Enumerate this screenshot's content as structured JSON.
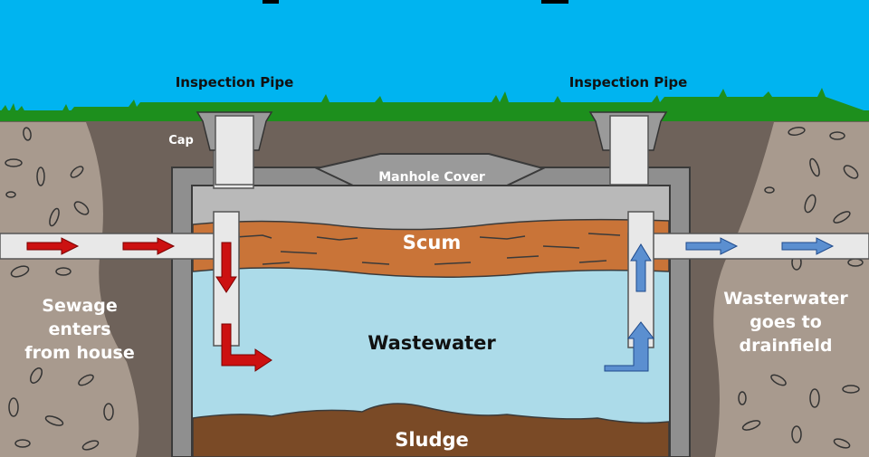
{
  "labels": {
    "inspection_pipe_left": "Inspection Pipe",
    "inspection_pipe_right": "Inspection Pipe",
    "cap": "Cap",
    "manhole_cover": "Manhole Cover",
    "scum": "Scum",
    "wastewater": "Wastewater",
    "sludge": "Sludge",
    "inlet_line1": "Sewage",
    "inlet_line2": "enters",
    "inlet_line3": "from house",
    "outlet_line1": "Wasterwater",
    "outlet_line2": "goes to",
    "outlet_line3": "drainfield"
  },
  "colors": {
    "sky": "#00b4f0",
    "grass": "#1d8f1d",
    "soil": "#6e625a",
    "rock": "#a89a8e",
    "tank_wall": "#8f8f8f",
    "tank_inner_top": "#b9b9b9",
    "scum": "#c97438",
    "wastewater": "#acdbe9",
    "sludge": "#7a4a26",
    "pipe": "#e8e8e8",
    "inflow_arrow": "#cc1111",
    "outflow_arrow": "#5b8fd0"
  }
}
